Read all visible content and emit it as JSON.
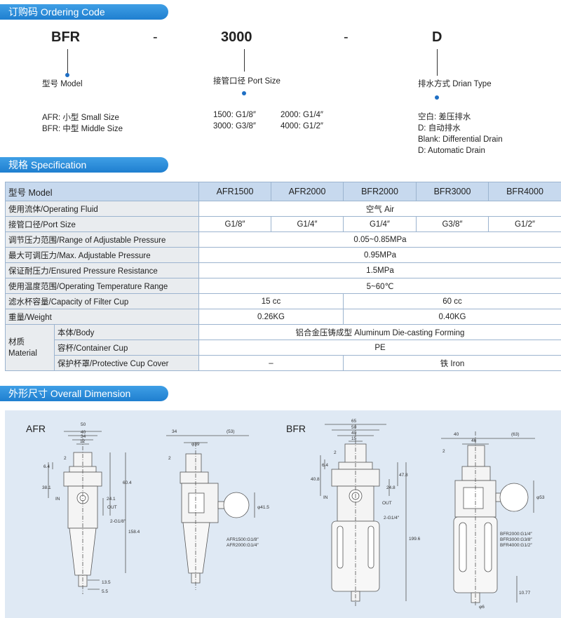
{
  "sections": {
    "ordering": "订购码 Ordering Code",
    "spec": "规格 Specification",
    "dimension": "外形尺寸 Overall Dimension"
  },
  "ordering": {
    "code1": "BFR",
    "dash1": "-",
    "code2": "3000",
    "dash2": "-",
    "code3": "D",
    "model_title": "型号 Model",
    "model_lines": [
      "AFR: 小型 Small Size",
      "BFR: 中型 Middle Size"
    ],
    "port_title": "接管口径 Port Size",
    "port_lines": [
      "1500: G1/8″",
      "2000: G1/4″",
      "3000: G3/8″",
      "4000: G1/2″"
    ],
    "drain_title": "排水方式 Drian Type",
    "drain_lines": [
      "空白: 差压排水",
      "D: 自动排水",
      "Blank: Differential Drain",
      "D: Automatic Drain"
    ]
  },
  "spec": {
    "header": [
      "型号 Model",
      "AFR1500",
      "AFR2000",
      "BFR2000",
      "BFR3000",
      "BFR4000"
    ],
    "fluid": [
      "使用流体/Operating Fluid",
      "空气    Air"
    ],
    "port": [
      "接管口径/Port Size",
      "G1/8″",
      "G1/4″",
      "G1/4″",
      "G3/8″",
      "G1/2″"
    ],
    "range": [
      "调节压力范围/Range of Adjustable Pressure",
      "0.05~0.85MPa"
    ],
    "max": [
      "最大可调压力/Max. Adjustable Pressure",
      "0.95MPa"
    ],
    "ensured": [
      "保证耐压力/Ensured Pressure Resistance",
      "1.5MPa"
    ],
    "temp": [
      "使用温度范围/Operating Temperature Range",
      "5~60℃"
    ],
    "capacity": [
      "滤水杯容量/Capacity of Filter Cup",
      "15 cc",
      "60 cc"
    ],
    "weight": [
      "重量/Weight",
      "0.26KG",
      "0.40KG"
    ],
    "material": "材质",
    "material_en": "Material",
    "body": [
      "本体/Body",
      "铝合金压铸成型    Aluminum Die-casting Forming"
    ],
    "cup": [
      "容杯/Container Cup",
      "PE"
    ],
    "cover": [
      "保护杯罩/Protective Cup Cover",
      "–",
      "铁    Iron"
    ]
  },
  "dimension": {
    "afr_label": "AFR",
    "bfr_label": "BFR",
    "afr_front": {
      "d1": "50",
      "d2": "40",
      "d3": "34",
      "d4": "12",
      "d5": "2",
      "d6": "6.4",
      "d7": "60.4",
      "d8": "38.1",
      "d9": "24.1",
      "d10": "158.4",
      "d11": "13.5",
      "d12": "5.5",
      "in": "IN",
      "out": "OUT",
      "port": "2-G1/8″"
    },
    "afr_side": {
      "d1": "34",
      "d2": "(53)",
      "d3": "φ39",
      "d4": "2",
      "d5": "φ41.5",
      "note1": "AFR1500:G1/8″",
      "note2": "AFR2000:G1/4″"
    },
    "bfr_front": {
      "d1": "65",
      "d2": "50",
      "d3": "40",
      "d4": "15",
      "d5": "2",
      "d6": "6.4",
      "d7": "40.8",
      "d8": "47.8",
      "d9": "24.8",
      "d10": "199.6",
      "in": "IN",
      "out": "OUT",
      "port": "2-G1/4″"
    },
    "bfr_side": {
      "d1": "40",
      "d2": "(63)",
      "d3": "46",
      "d4": "2",
      "d5": "φ53",
      "d6": "10.77",
      "d7": "φ6",
      "note1": "BFR2000:G1/4″",
      "note2": "BFR3000:G3/8″",
      "note3": "BFR4000:G1/2″"
    }
  },
  "colors": {
    "accent": "#1f7fd0",
    "table_head": "#c7d9ee",
    "panel": "#dfe9f4"
  }
}
